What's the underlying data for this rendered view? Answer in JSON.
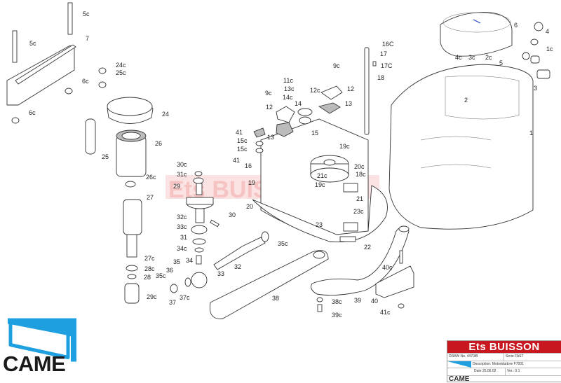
{
  "watermark": "Ets BUISSON",
  "labels": [
    "5c",
    "5c",
    "7",
    "24c",
    "25c",
    "6c",
    "6c",
    "24",
    "26",
    "25",
    "30c",
    "31c",
    "29",
    "26c",
    "27",
    "30",
    "32c",
    "33c",
    "31",
    "34c",
    "34",
    "35",
    "36",
    "35c",
    "27c",
    "28c",
    "28",
    "29c",
    "37",
    "37c",
    "33",
    "32",
    "35c",
    "38",
    "39",
    "38c",
    "39c",
    "40",
    "40c",
    "41c",
    "22",
    "23",
    "23c",
    "21",
    "19c",
    "18c",
    "21c",
    "20c",
    "19",
    "20",
    "16",
    "41",
    "41",
    "15c",
    "15c",
    "13",
    "12",
    "9c",
    "11c",
    "13c",
    "14c",
    "14",
    "12c",
    "15",
    "9c",
    "12",
    "13",
    "19c",
    "16C",
    "17",
    "17C",
    "18",
    "6",
    "4",
    "1c",
    "5",
    "4c",
    "3c",
    "2c",
    "3",
    "2",
    "1"
  ],
  "title_block": {
    "brand": "Ets BUISSON",
    "draw_no": "DRAW No. 4470/B",
    "serie": "Serie  FAST",
    "description": "Description: Motoriduttore F7001",
    "date": "Date 25.06.02",
    "version": "Ver.: 0.1",
    "logo_text": "CAME"
  },
  "logo": {
    "text": "CAME",
    "color": "#1ea0e0"
  },
  "colors": {
    "accent_red": "#c8171e",
    "came_blue": "#1ea0e0"
  }
}
